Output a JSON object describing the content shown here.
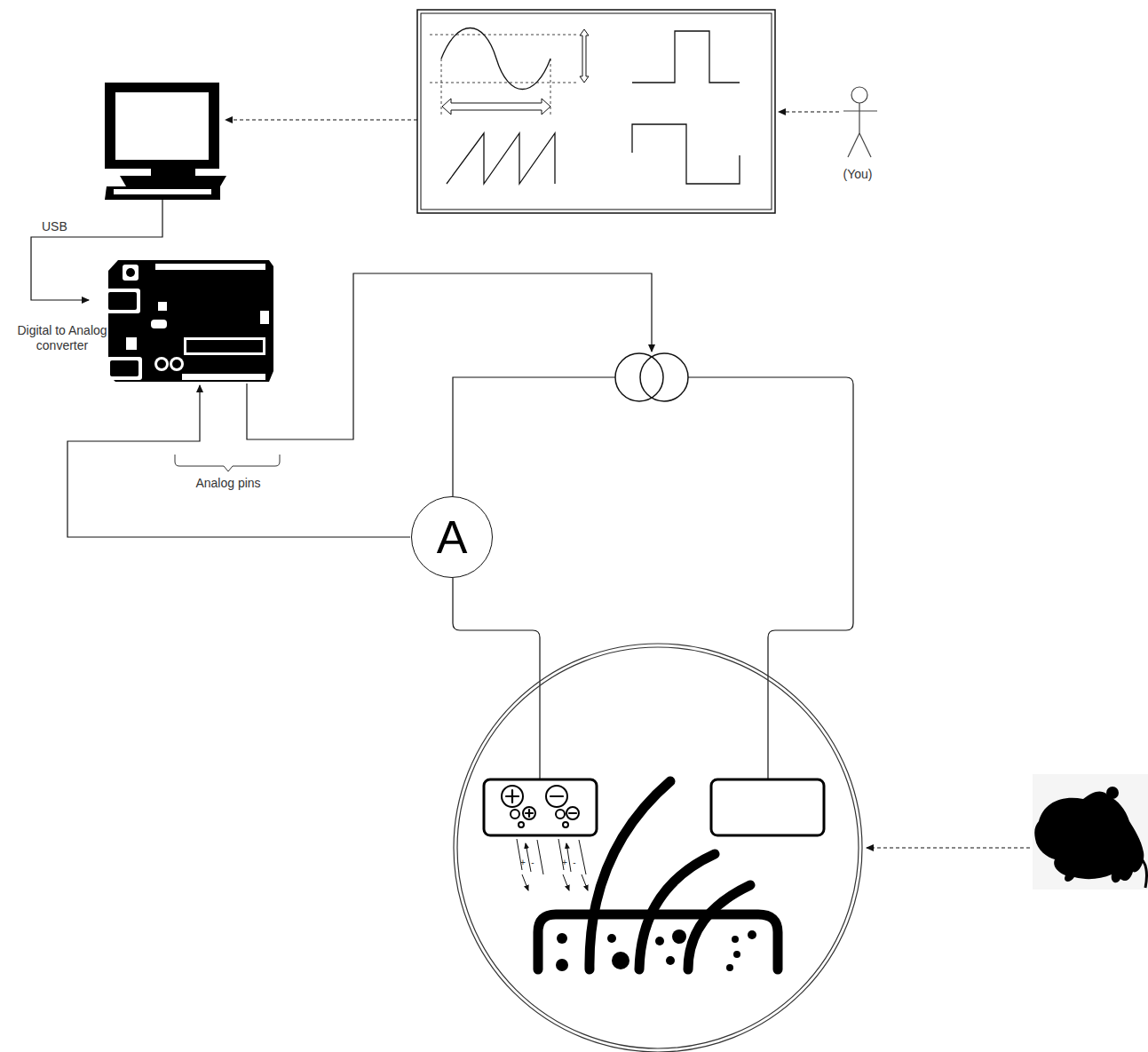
{
  "diagram": {
    "nodes": [
      {
        "text": [
          "A"
        ]
      }
    ],
    "labels": [
      "USB",
      "Digital to Analog converter",
      "Analog pins",
      "(You)",
      "+",
      "-",
      "+",
      "-"
    ]
  }
}
